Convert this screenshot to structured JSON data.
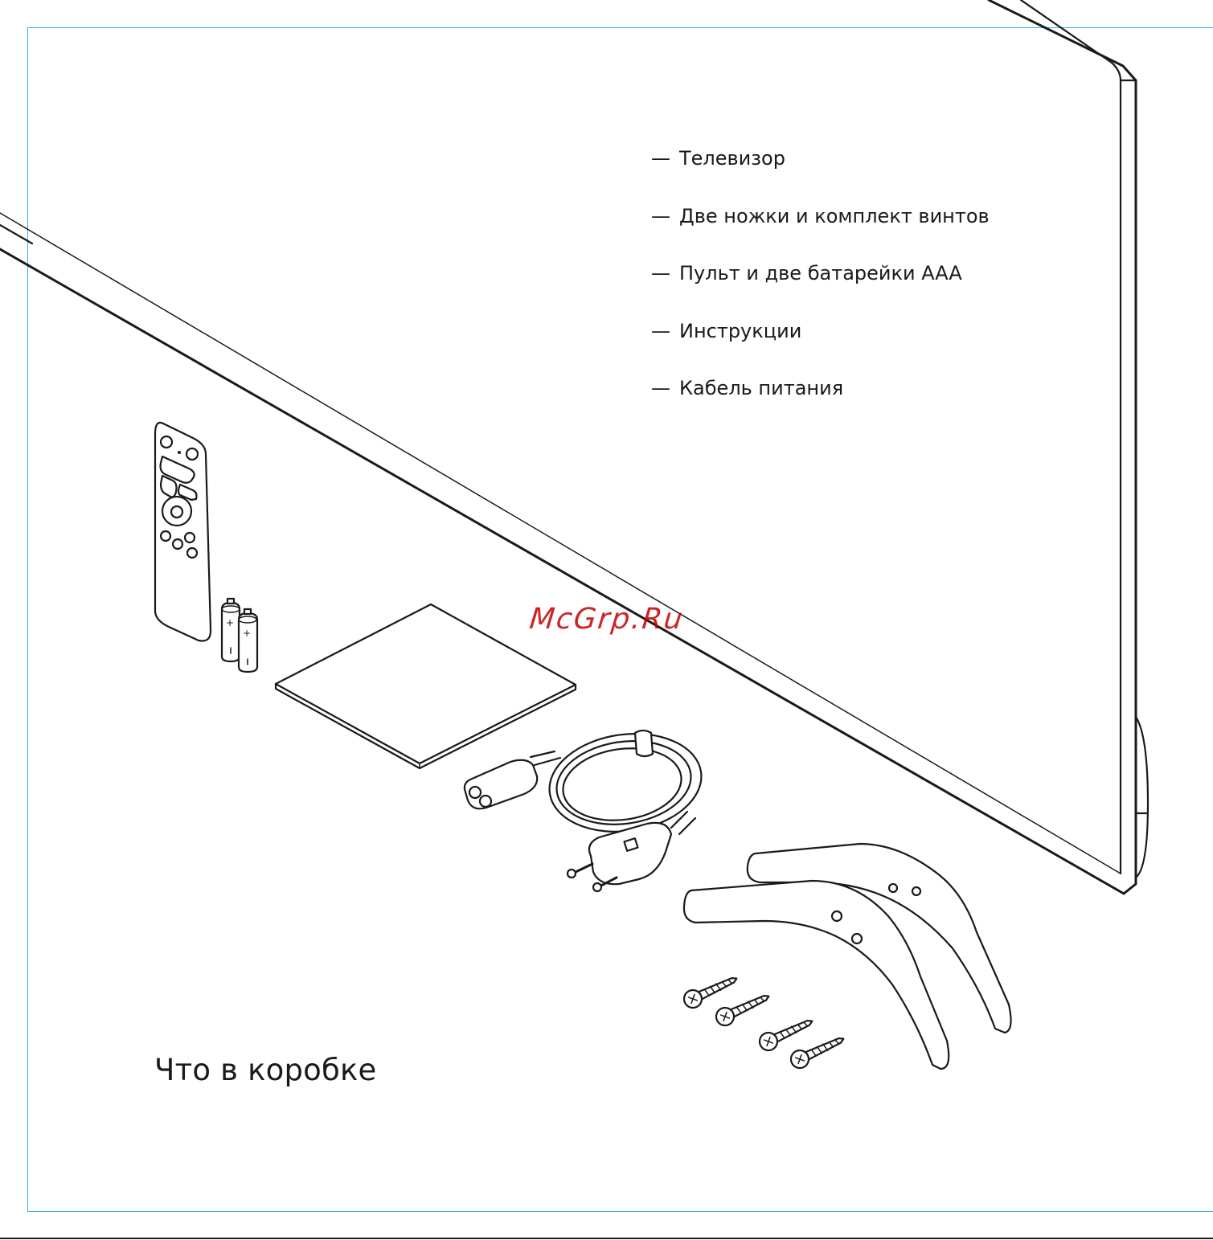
{
  "heading": "Что в коробке",
  "list_marker": "—",
  "items": [
    {
      "label": "Телевизор"
    },
    {
      "label": "Две ножки и комплект винтов"
    },
    {
      "label": "Пульт и две батарейки AAA"
    },
    {
      "label": "Инструкции"
    },
    {
      "label": "Кабель питания"
    }
  ],
  "watermark": "McGrp.Ru",
  "colors": {
    "frame": "#35a9e0",
    "line_art": "#1a1a1a",
    "watermark": "#c40000",
    "background": "#ffffff"
  },
  "illustration_objects": [
    "tv-icon",
    "remote-icon",
    "batteries-icon",
    "manual-icon",
    "power-cable-icon",
    "stand-feet-icon",
    "screws-icon"
  ]
}
